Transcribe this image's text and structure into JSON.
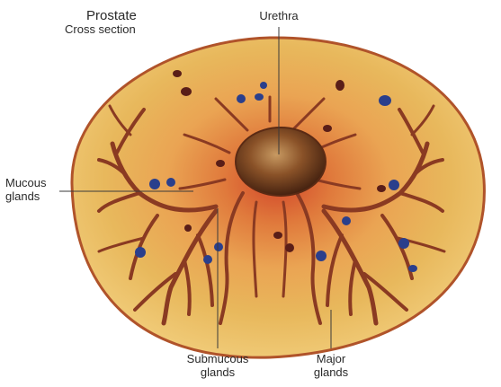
{
  "diagram": {
    "title": "Prostate",
    "subtitle": "Cross section",
    "labels": {
      "urethra": "Urethra",
      "mucous_line1": "Mucous",
      "mucous_line2": "glands",
      "submucous_line1": "Submucous",
      "submucous_line2": "glands",
      "major_line1": "Major",
      "major_line2": "glands"
    },
    "colors": {
      "capsule_outline": "#b0532a",
      "tissue": "#e8b85c",
      "tissue_light": "#f2cf7e",
      "inner_zone": "#e07a3c",
      "inner_core": "#d2472a",
      "duct": "#8a3a22",
      "duct_edge": "#f0d79a",
      "urethra_dark": "#4a2412",
      "urethra_mid": "#a06a3a",
      "dot_blue": "#2a3f8c",
      "dot_maroon": "#5a1e18",
      "leader_line": "#3a3a3a"
    }
  }
}
